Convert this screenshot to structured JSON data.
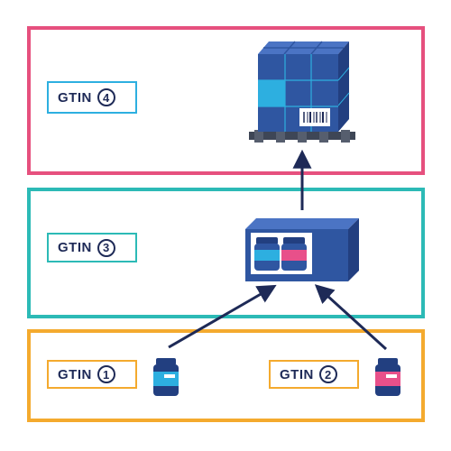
{
  "colors": {
    "pallet_level": "#e6507e",
    "case_level": "#2cbab6",
    "item_level": "#f4aa2e",
    "navy": "#1e2a57",
    "cyan_label": "#2dafe0",
    "blue": "#2f56a1",
    "pink": "#e8508a"
  },
  "levels": [
    {
      "id": "pallet",
      "label_text": "GTIN",
      "number": "4"
    },
    {
      "id": "case",
      "label_text": "GTIN",
      "number": "3"
    },
    {
      "id": "item1",
      "label_text": "GTIN",
      "number": "1"
    },
    {
      "id": "item2",
      "label_text": "GTIN",
      "number": "2"
    }
  ],
  "icons": {
    "pallet": "pallet-with-boxes-icon",
    "case": "shipping-case-icon",
    "jar_blue": "blue-jar-icon",
    "jar_pink": "pink-jar-icon"
  }
}
